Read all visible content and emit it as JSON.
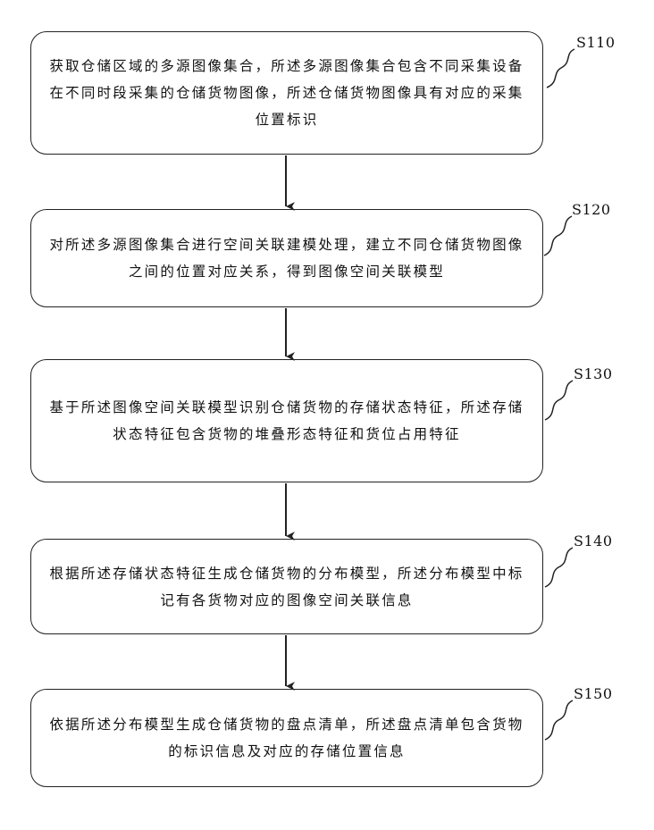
{
  "steps": [
    {
      "id": "S110",
      "text": "获取仓储区域的多源图像集合，所述多源图像集合包含不同采集设备在不同时段采集的仓储货物图像，所述仓储货物图像具有对应的采集位置标识"
    },
    {
      "id": "S120",
      "text": "对所述多源图像集合进行空间关联建模处理，建立不同仓储货物图像之间的位置对应关系，得到图像空间关联模型"
    },
    {
      "id": "S130",
      "text": "基于所述图像空间关联模型识别仓储货物的存储状态特征，所述存储状态特征包含货物的堆叠形态特征和货位占用特征"
    },
    {
      "id": "S140",
      "text": "根据所述存储状态特征生成仓储货物的分布模型，所述分布模型中标记有各货物对应的图像空间关联信息"
    },
    {
      "id": "S150",
      "text": "依据所述分布模型生成仓储货物的盘点清单，所述盘点清单包含货物的标识信息及对应的存储位置信息"
    }
  ]
}
